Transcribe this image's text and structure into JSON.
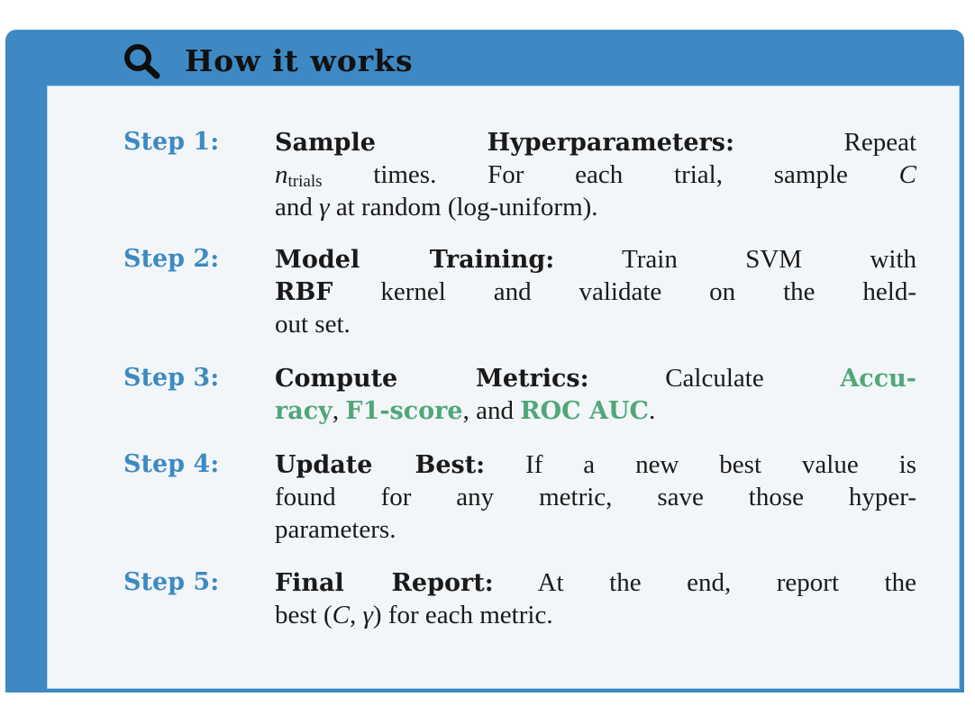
{
  "header": {
    "icon": "search-icon",
    "title": "How it works"
  },
  "colors": {
    "frame": "#3e89c3",
    "panel": "#f3f6f9",
    "step_label": "#3c8ac2",
    "metric": "#4fa77a",
    "text": "#1a1a1a"
  },
  "steps": [
    {
      "label": "Step 1:",
      "heading": "Sample Hyperparameters:",
      "line1_rest": " Repeat",
      "n_var": "n",
      "n_sub": "trials",
      "line2_rest": " times. For each trial, sample ",
      "c_var": "C",
      "line3_pre": "and ",
      "gamma": "γ",
      "line3_rest": " at random (log-uniform)."
    },
    {
      "label": "Step 2:",
      "heading": "Model Training:",
      "line1_rest": " Train SVM with",
      "kernel": "RBF",
      "line2_rest": " kernel and validate on the held-",
      "line3": "out set."
    },
    {
      "label": "Step 3:",
      "heading": "Compute Metrics:",
      "line1_rest": " Calculate ",
      "metric1_part1": "Accu-",
      "metric1_part2": "racy",
      "sep1": ", ",
      "metric2": "F1-score",
      "sep2": ", and ",
      "metric3": "ROC AUC",
      "end": "."
    },
    {
      "label": "Step 4:",
      "heading": "Update Best:",
      "line1_rest": " If a new best value is",
      "line2": "found for any metric, save those hyper-",
      "line3": "parameters."
    },
    {
      "label": "Step 5:",
      "heading": "Final Report:",
      "line1_rest": " At the end, report the",
      "line2_pre": "best (",
      "c_var": "C",
      "comma": ", ",
      "gamma": "γ",
      "line2_rest": ") for each metric."
    }
  ]
}
